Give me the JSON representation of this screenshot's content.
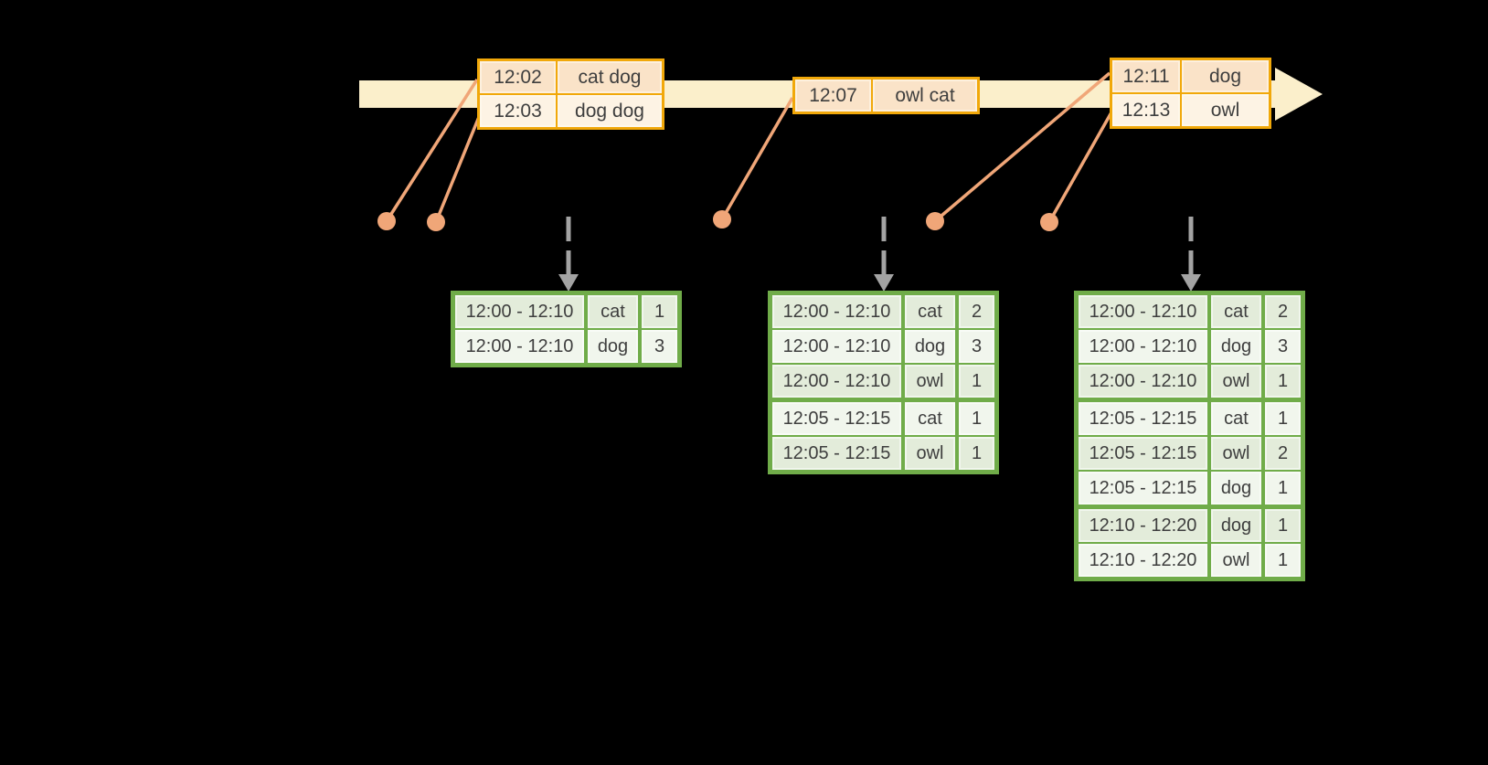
{
  "colors": {
    "background": "#000000",
    "gold": "#F1A80A",
    "peach": "#FAE3C8",
    "cream": "#FDF3E4",
    "band": "#FBEFCB",
    "salmon": "#F0A678",
    "green": "#70AC49",
    "green_row_a": "#E3ECDA",
    "green_row_b": "#F1F6ED",
    "arrow_gray": "#A3A3A3",
    "text": "#3E3E3E"
  },
  "event_tables": [
    {
      "rows": [
        {
          "time": "12:02",
          "words": "cat dog"
        },
        {
          "time": "12:03",
          "words": "dog dog"
        }
      ]
    },
    {
      "rows": [
        {
          "time": "12:07",
          "words": "owl cat"
        }
      ]
    },
    {
      "rows": [
        {
          "time": "12:11",
          "words": "dog"
        },
        {
          "time": "12:13",
          "words": "owl"
        }
      ]
    }
  ],
  "result_tables": [
    {
      "rows": [
        {
          "window": "12:00 - 12:10",
          "word": "cat",
          "count": "1"
        },
        {
          "window": "12:00 - 12:10",
          "word": "dog",
          "count": "3"
        }
      ]
    },
    {
      "rows": [
        {
          "window": "12:00 - 12:10",
          "word": "cat",
          "count": "2"
        },
        {
          "window": "12:00 - 12:10",
          "word": "dog",
          "count": "3"
        },
        {
          "window": "12:00 - 12:10",
          "word": "owl",
          "count": "1"
        },
        {
          "window": "12:05 - 12:15",
          "word": "cat",
          "count": "1"
        },
        {
          "window": "12:05 - 12:15",
          "word": "owl",
          "count": "1"
        }
      ]
    },
    {
      "rows": [
        {
          "window": "12:00 - 12:10",
          "word": "cat",
          "count": "2"
        },
        {
          "window": "12:00 - 12:10",
          "word": "dog",
          "count": "3"
        },
        {
          "window": "12:00 - 12:10",
          "word": "owl",
          "count": "1"
        },
        {
          "window": "12:05 - 12:15",
          "word": "cat",
          "count": "1"
        },
        {
          "window": "12:05 - 12:15",
          "word": "owl",
          "count": "2"
        },
        {
          "window": "12:05 - 12:15",
          "word": "dog",
          "count": "1"
        },
        {
          "window": "12:10 - 12:20",
          "word": "dog",
          "count": "1"
        },
        {
          "window": "12:10 - 12:20",
          "word": "owl",
          "count": "1"
        }
      ]
    }
  ]
}
